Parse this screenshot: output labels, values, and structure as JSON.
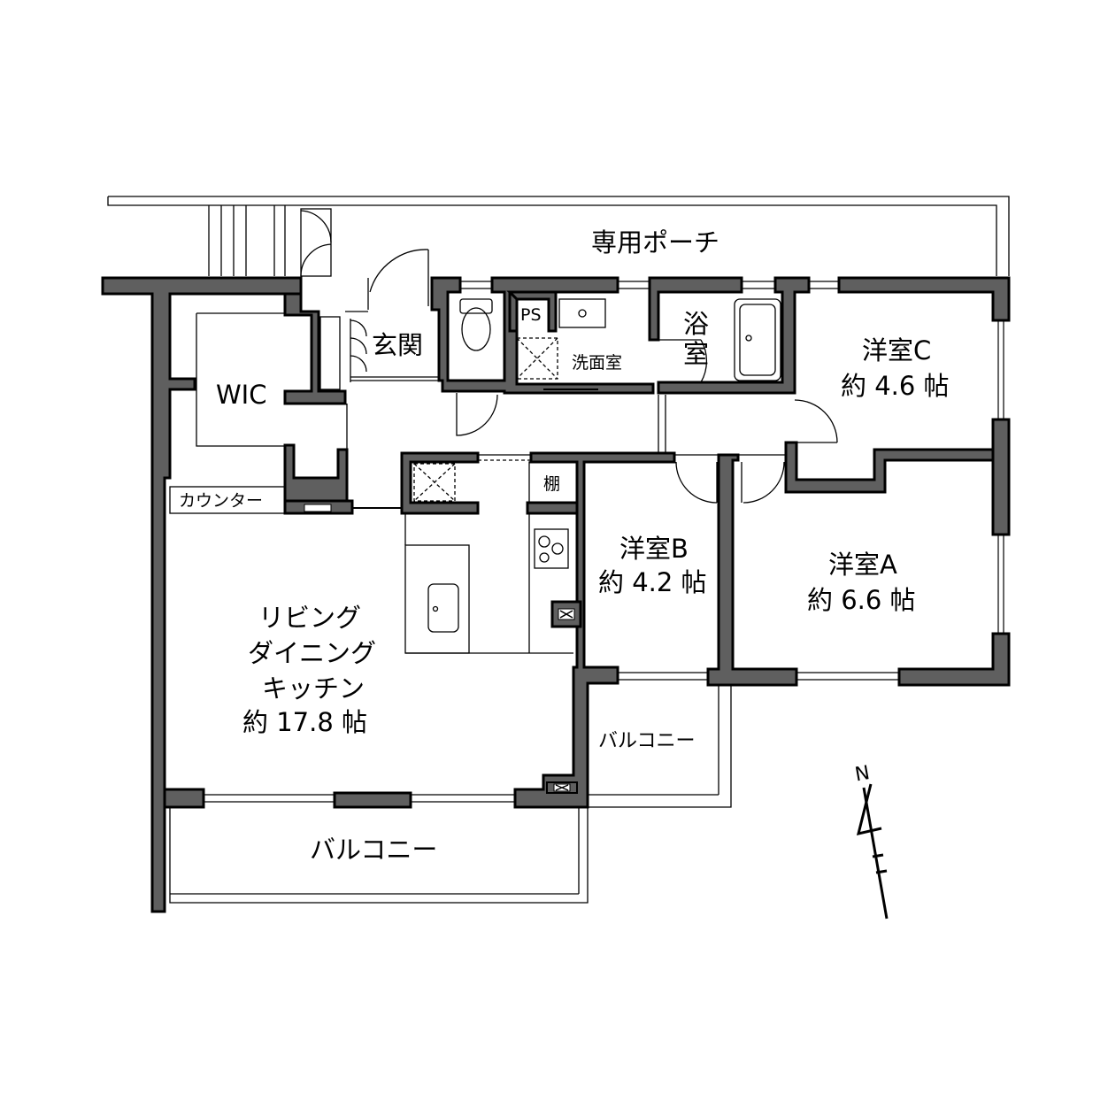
{
  "labels": {
    "porch": "専用ポーチ",
    "entrance": "玄関",
    "wic": "WIC",
    "ps": "PS",
    "washroom": "洗面室",
    "bath_1": "浴",
    "bath_2": "室",
    "roomC_name": "洋室C",
    "roomC_size": "約 4.6 帖",
    "shelf": "棚",
    "roomB_name": "洋室B",
    "roomB_size": "約 4.2 帖",
    "roomA_name": "洋室A",
    "roomA_size": "約 6.6 帖",
    "counter": "カウンター",
    "ldk_1": "リビング",
    "ldk_2": "ダイニング",
    "ldk_3": "キッチン",
    "ldk_size": "約 17.8 帖",
    "balcony_small": "バルコニー",
    "balcony_main": "バルコニー",
    "north": "N"
  },
  "colors": {
    "wall_fill": "#5f5f5f",
    "line": "#000000",
    "background": "#ffffff"
  },
  "icons": {
    "toilet": "toilet-icon",
    "sink": "sink-icon",
    "bathtub": "bathtub-icon",
    "stove": "stove-icon",
    "compass": "north-arrow-icon"
  }
}
